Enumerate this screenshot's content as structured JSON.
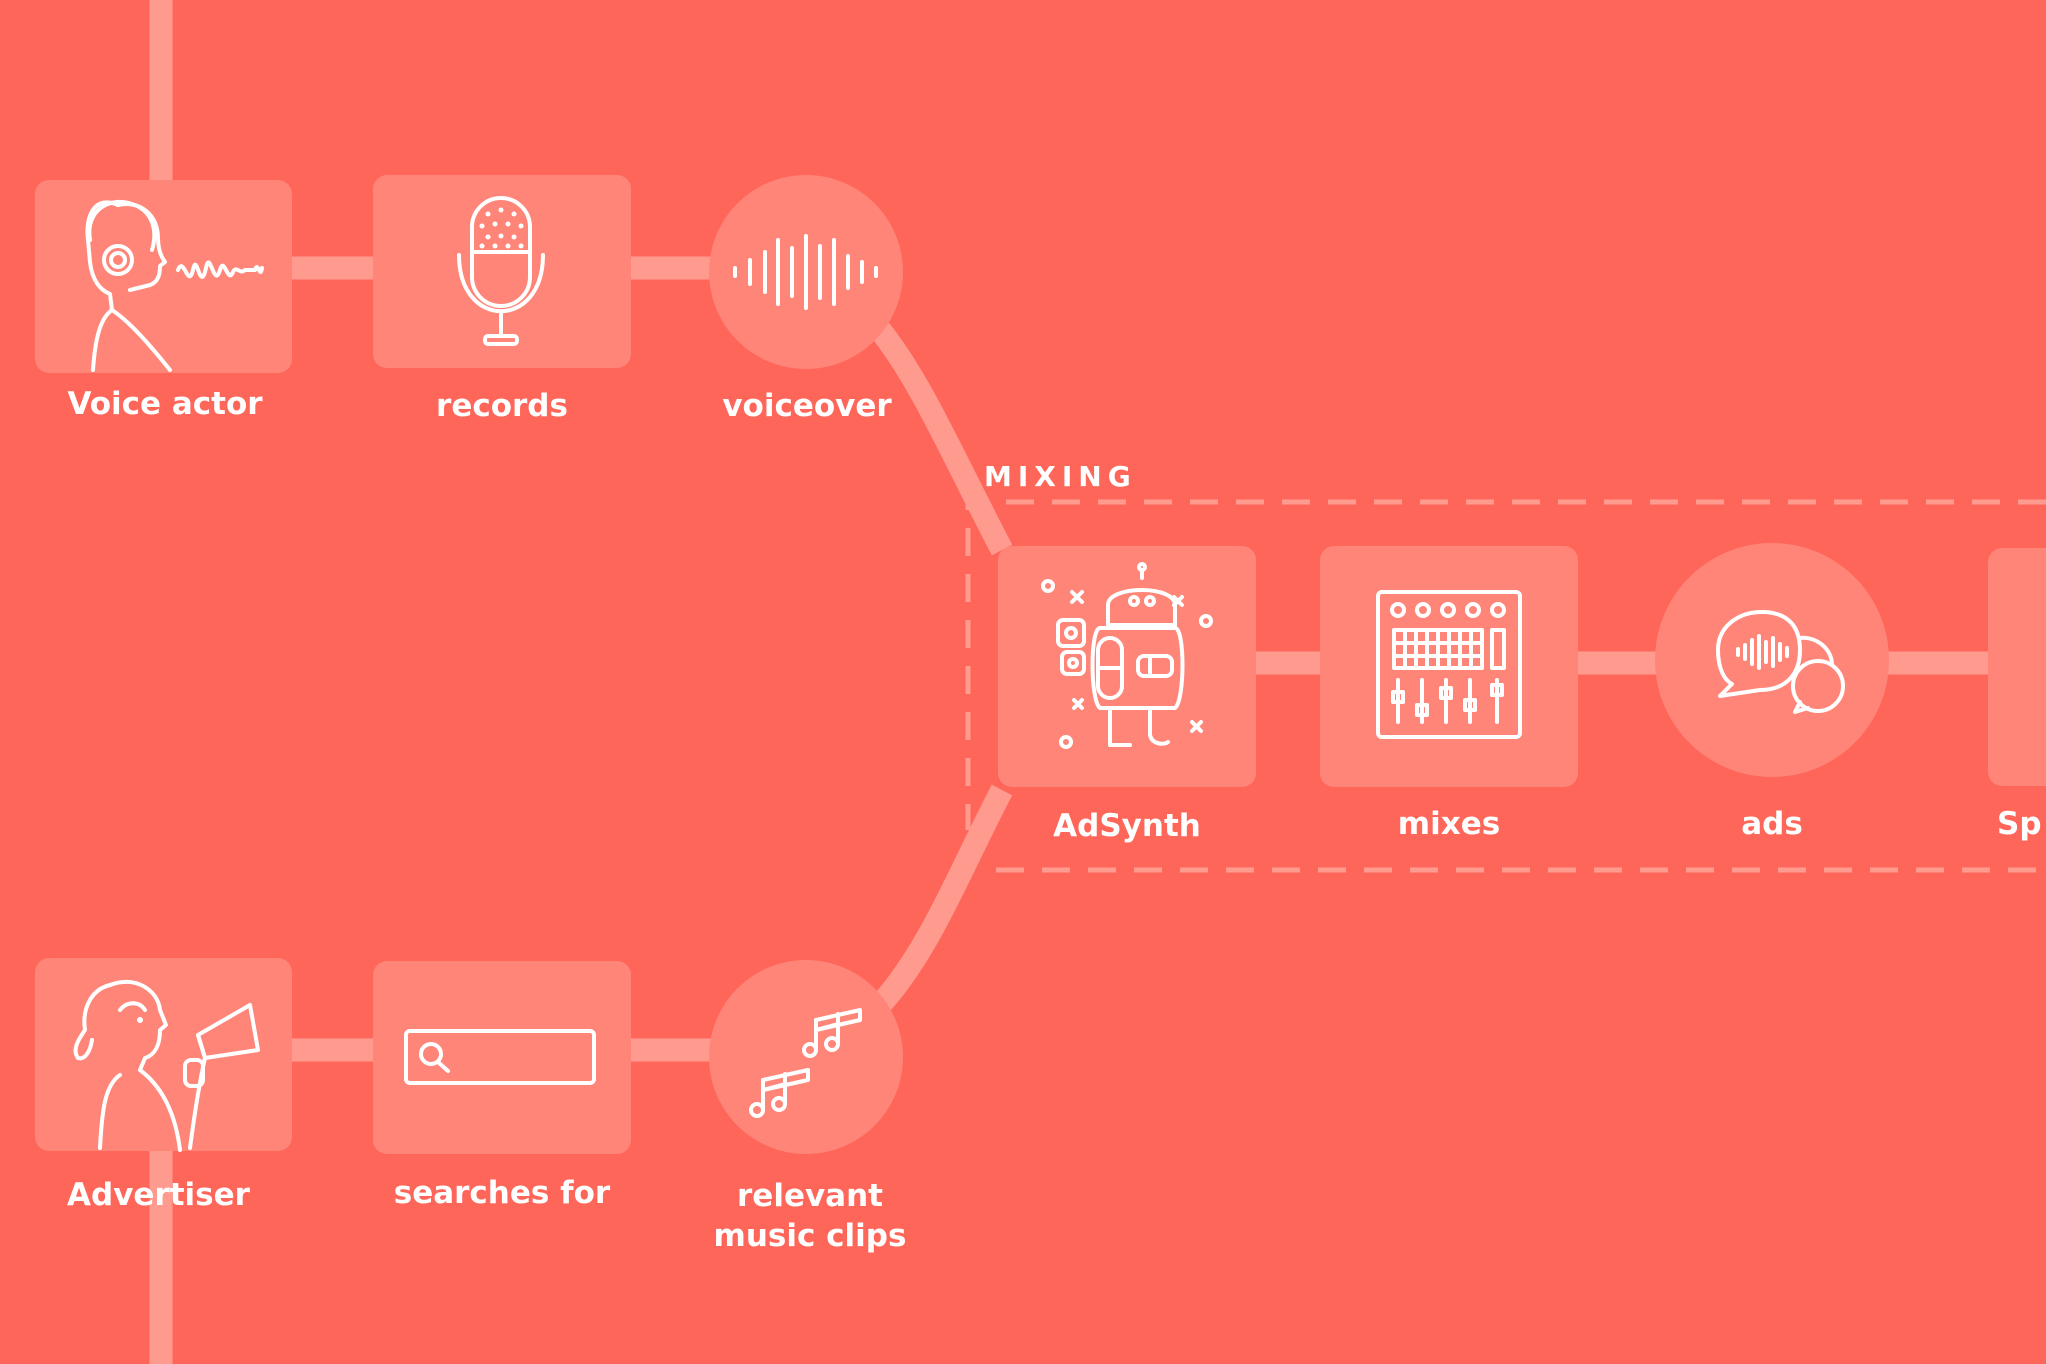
{
  "section": {
    "title": "MIXING"
  },
  "nodes": {
    "voice_actor": {
      "label": "Voice actor",
      "icon": "voice-actor-headphones-icon"
    },
    "records": {
      "label": "records",
      "icon": "microphone-icon"
    },
    "voiceover": {
      "label": "voiceover",
      "icon": "sound-wave-icon"
    },
    "advertiser": {
      "label": "Advertiser",
      "icon": "advertiser-megaphone-icon"
    },
    "searches_for": {
      "label": "searches for",
      "icon": "search-bar-icon"
    },
    "music_clips": {
      "label_line1": "relevant",
      "label_line2": "music clips",
      "icon": "music-notes-icon"
    },
    "adsynth": {
      "label": "AdSynth",
      "icon": "robot-icon"
    },
    "mixes": {
      "label": "mixes",
      "icon": "mixing-console-icon"
    },
    "ads": {
      "label": "ads",
      "icon": "speech-bubbles-icon"
    },
    "cut_off": {
      "label": "Sp"
    }
  },
  "colors": {
    "background": "#ff665a",
    "node": "#ff8578",
    "connector": "#ff9a8f",
    "text": "#ffffff"
  }
}
